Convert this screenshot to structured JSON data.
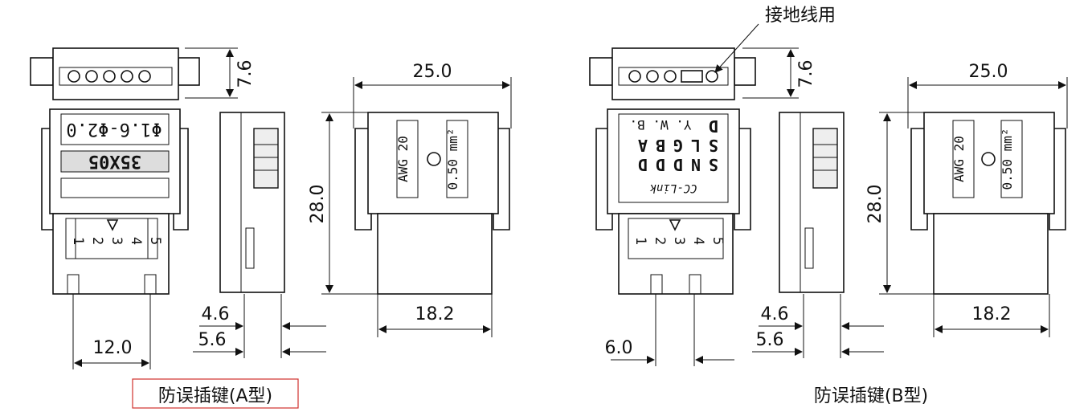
{
  "title_a": "防误插键(A型)",
  "title_b": "防误插键(B型)",
  "ground_label": "接地线用",
  "a": {
    "dim_height_top": "7.6",
    "dim_width_top": "25.0",
    "dim_height": "28.0",
    "dim_bottom": "18.2",
    "dim_pitch": "12.0",
    "dim_4_6": "4.6",
    "dim_5_6": "5.6",
    "wire_label": "Φ1.6-Φ2.0",
    "part_code": "35X05",
    "awg": "AWG 20",
    "mm2": "0.50 mm²",
    "pins": [
      "1",
      "2",
      "3",
      "4",
      "5"
    ]
  },
  "b": {
    "dim_height_top": "7.6",
    "dim_width_top": "25.0",
    "dim_height": "28.0",
    "dim_bottom": "18.2",
    "dim_pitch": "6.0",
    "dim_4_6": "4.6",
    "dim_5_6": "5.6",
    "color_label": "Y. W. B.",
    "grid_row1": [
      "D"
    ],
    "grid_row2": [
      "S",
      "L",
      "G",
      "B",
      "A"
    ],
    "grid_row3": [
      "S",
      "N",
      "D",
      "D",
      "D"
    ],
    "cclink": "CC-Link",
    "awg": "AWG 20",
    "mm2": "0.50 mm²",
    "pins": [
      "1",
      "2",
      "3",
      "4",
      "5"
    ]
  }
}
